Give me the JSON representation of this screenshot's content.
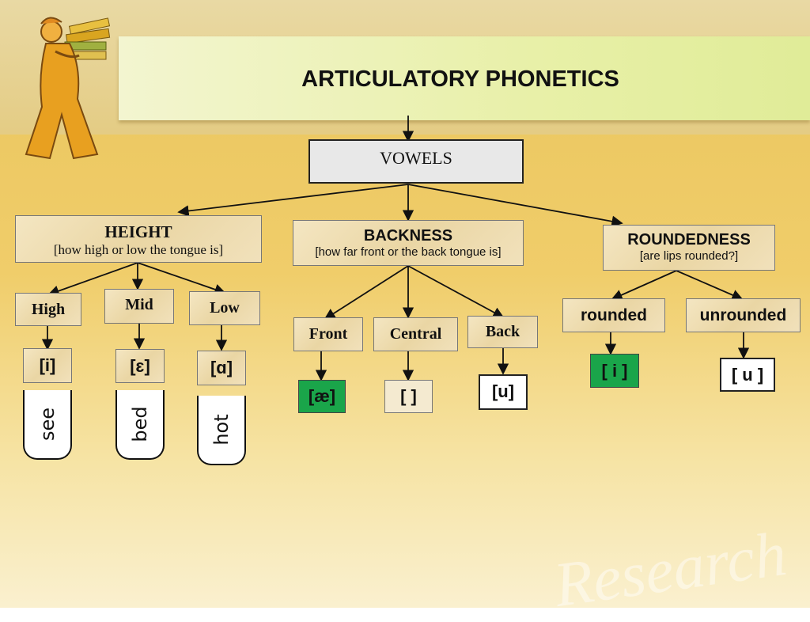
{
  "title": "ARTICULATORY PHONETICS",
  "root": "VOWELS",
  "categories": {
    "height": {
      "title": "HEIGHT",
      "subtitle": "[how high or low the tongue is]"
    },
    "backness": {
      "title": "BACKNESS",
      "subtitle": "[how far front or the back tongue is]"
    },
    "roundedness": {
      "title": "ROUNDEDNESS",
      "subtitle": "[are lips rounded?]"
    }
  },
  "height_items": {
    "high": {
      "label": "High",
      "symbol": "[i]",
      "word": "see"
    },
    "mid": {
      "label": "Mid",
      "symbol": "[ɛ]",
      "word": "bed"
    },
    "low": {
      "label": "Low",
      "symbol": "[ɑ]",
      "word": "hot"
    }
  },
  "backness_items": {
    "front": {
      "label": "Front",
      "symbol": "[æ]"
    },
    "central": {
      "label": "Central",
      "symbol": "[ ]"
    },
    "back": {
      "label": "Back",
      "symbol": "[u]"
    }
  },
  "roundedness_items": {
    "rounded": {
      "label": "rounded",
      "symbol": "[ i ]"
    },
    "unrounded": {
      "label": "unrounded",
      "symbol": "[ u ]"
    }
  },
  "watermark": "Research",
  "colors": {
    "highlight_green": "#1aa54a",
    "banner": "#e8f0a8"
  }
}
